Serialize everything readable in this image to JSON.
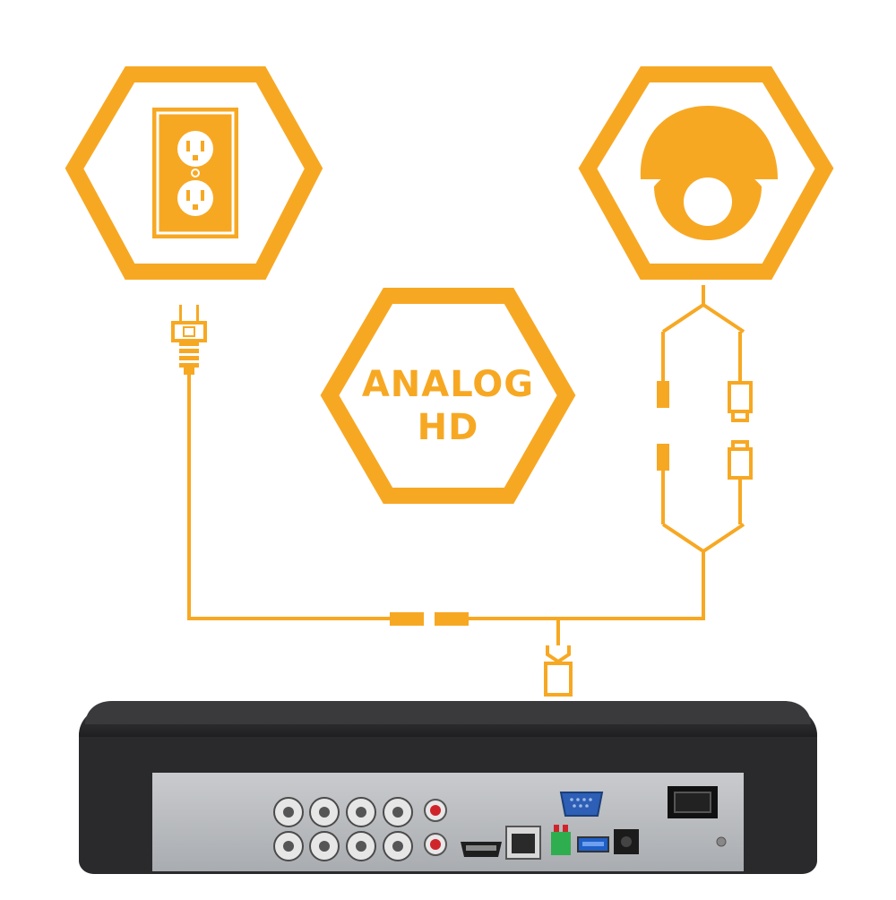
{
  "diagram": {
    "center_label_line1": "ANALOG",
    "center_label_line2": "HD",
    "nodes": [
      "power-outlet-icon",
      "dome-camera-icon",
      "power-plug-icon",
      "dvr-recorder"
    ],
    "colors": {
      "accent": "#f7a823",
      "dvr_body": "#2b2b2d",
      "dvr_panel": "#b9bcbf"
    }
  }
}
